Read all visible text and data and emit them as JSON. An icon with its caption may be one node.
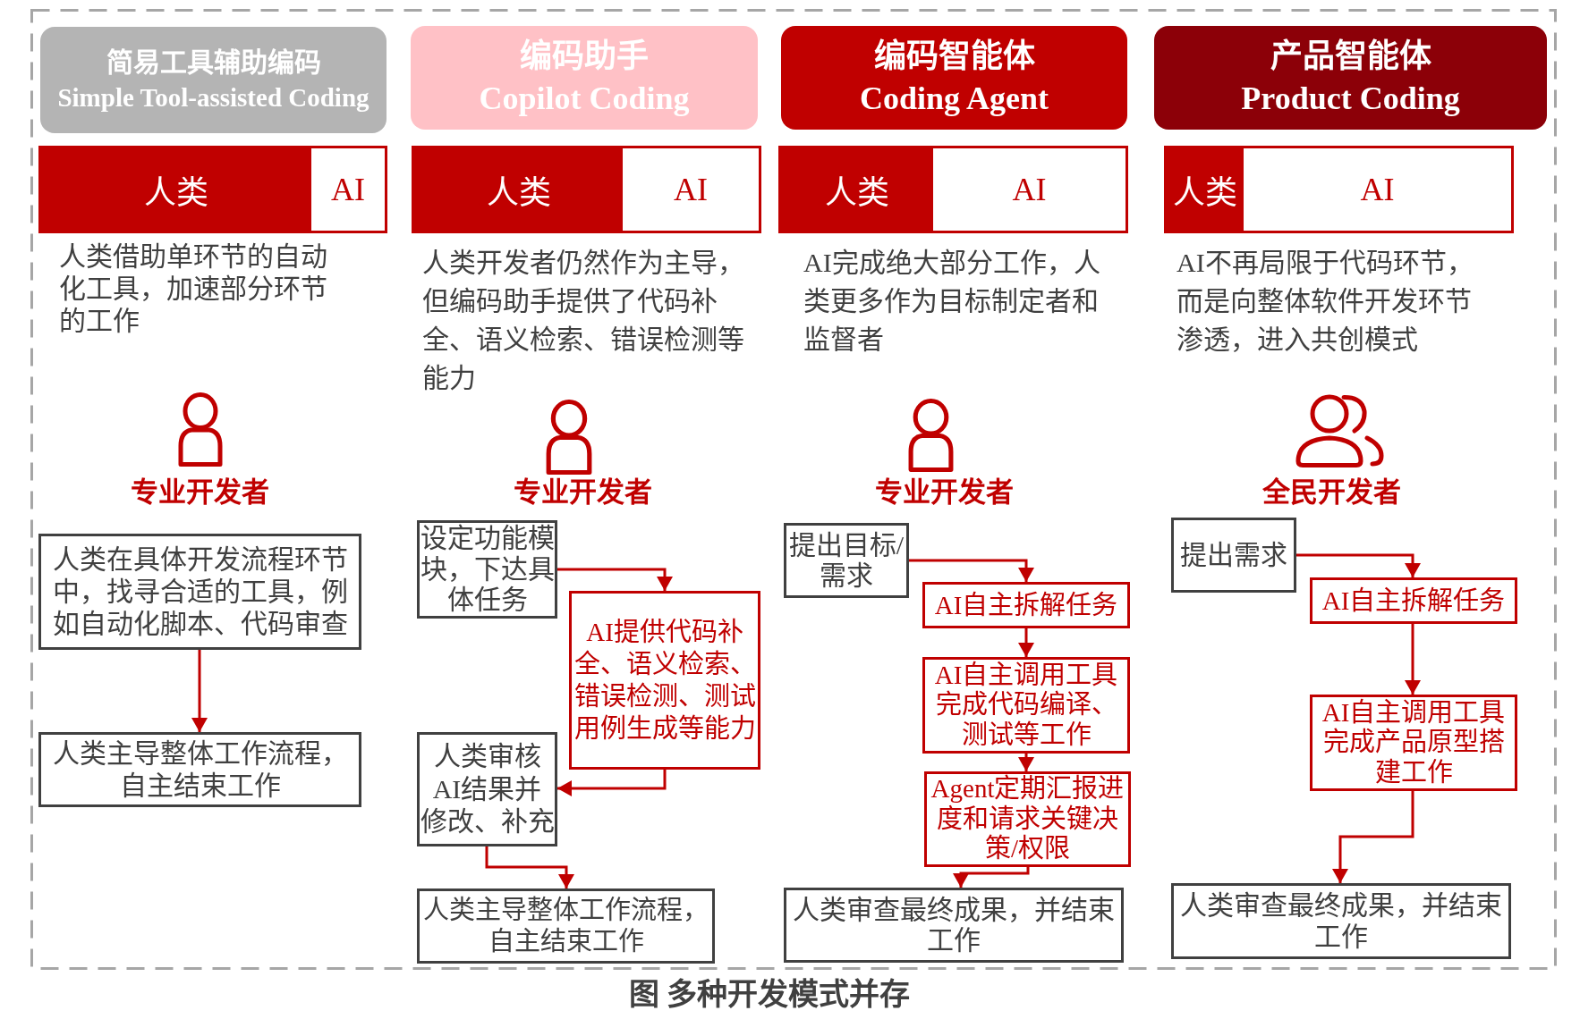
{
  "diagram": {
    "caption": "图 多种开发模式并存",
    "nodes": [
      {
        "text": [
          "简易工具辅助编码",
          "Simple Tool-assisted Coding"
        ]
      },
      {
        "text": [
          "编码助手",
          "Copilot Coding"
        ]
      },
      {
        "text": [
          "编码智能体",
          "Coding Agent"
        ]
      },
      {
        "text": [
          "产品智能体",
          "Product Coding"
        ]
      },
      {
        "text": [
          "人类",
          "AI"
        ]
      },
      {
        "text": [
          "人类",
          "AI"
        ]
      },
      {
        "text": [
          "人类",
          "AI"
        ]
      },
      {
        "text": [
          "人类",
          "AI"
        ]
      },
      {
        "text": [
          "人类在具体开发流程环节中，找寻合适的工具，例如自动化脚本、代码审查"
        ]
      },
      {
        "text": [
          "人类主导整体工作流程，自主结束工作"
        ]
      },
      {
        "text": [
          "设定功能模块，下达具体任务"
        ]
      },
      {
        "text": [
          "AI提供代码补全、语义检索、错误检测、测试用例生成等能力"
        ]
      },
      {
        "text": [
          "人类审核AI结果并修改、补充"
        ]
      },
      {
        "text": [
          "人类主导整体工作流程，自主结束工作"
        ]
      },
      {
        "text": [
          "提出目标/需求"
        ]
      },
      {
        "text": [
          "AI自主拆解任务"
        ]
      },
      {
        "text": [
          "AI自主调用工具完成代码编译、测试等工作"
        ]
      },
      {
        "text": [
          "Agent定期汇报进度和请求关键决策/权限"
        ]
      },
      {
        "text": [
          "人类审查最终成果，并结束工作"
        ]
      },
      {
        "text": [
          "提出需求"
        ]
      },
      {
        "text": [
          "AI自主拆解任务"
        ]
      },
      {
        "text": [
          "AI自主调用工具完成产品原型搭建工作"
        ]
      },
      {
        "text": [
          "人类审查最终成果，并结束工作"
        ]
      }
    ],
    "edges": [
      {
        "from": 8,
        "to": 9,
        "arrow": "to"
      },
      {
        "from": 10,
        "to": 11,
        "arrow": "to"
      },
      {
        "from": 11,
        "to": 12,
        "arrow": "to"
      },
      {
        "from": 12,
        "to": 13,
        "arrow": "to"
      },
      {
        "from": 14,
        "to": 15,
        "arrow": "to"
      },
      {
        "from": 15,
        "to": 16,
        "arrow": "to"
      },
      {
        "from": 16,
        "to": 17,
        "arrow": "to"
      },
      {
        "from": 17,
        "to": 18,
        "arrow": "to"
      },
      {
        "from": 19,
        "to": 20,
        "arrow": "to"
      },
      {
        "from": 20,
        "to": 21,
        "arrow": "to"
      },
      {
        "from": 21,
        "to": 22,
        "arrow": "to"
      }
    ],
    "labels": [
      "人类借助单环节的自动化工具，加速部分环节的工作",
      "人类开发者仍然作为主导，但编码助手提供了代码补全、语义检索、错误检测等能力",
      "AI完成绝大部分工作，人类更多作为目标制定者和监督者",
      "AI不再局限于代码环节，而是向整体软件开发环节渗透，进入共创模式",
      "专业开发者",
      "专业开发者",
      "专业开发者",
      "全民开发者"
    ]
  }
}
